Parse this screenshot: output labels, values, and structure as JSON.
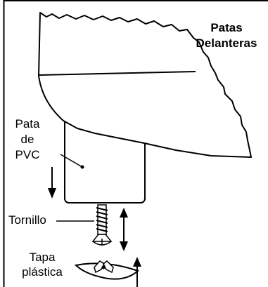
{
  "title": {
    "line1": "Patas",
    "line2": "Delanteras"
  },
  "labels": {
    "leg": {
      "line1": "Pata",
      "line2": "de",
      "line3": "PVC"
    },
    "screw": "Tornillo",
    "cap": {
      "line1": "Tapa",
      "line2": "plástica"
    }
  }
}
